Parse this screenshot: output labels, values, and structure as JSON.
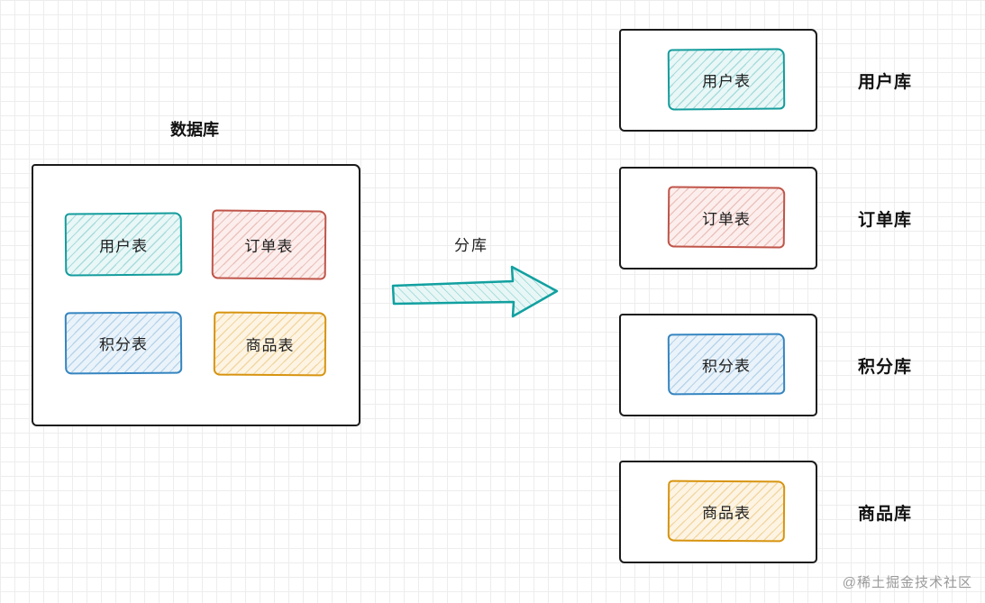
{
  "diagram": {
    "source_group": {
      "title": "数据库",
      "tables": [
        {
          "label": "用户表",
          "color_key": "teal"
        },
        {
          "label": "订单表",
          "color_key": "red"
        },
        {
          "label": "积分表",
          "color_key": "blue"
        },
        {
          "label": "商品表",
          "color_key": "orange"
        }
      ]
    },
    "transform_arrow": {
      "label": "分库",
      "direction": "right"
    },
    "target_groups": [
      {
        "table_label": "用户表",
        "db_label": "用户库",
        "color_key": "teal"
      },
      {
        "table_label": "订单表",
        "db_label": "订单库",
        "color_key": "red"
      },
      {
        "table_label": "积分表",
        "db_label": "积分库",
        "color_key": "blue"
      },
      {
        "table_label": "商品表",
        "db_label": "商品库",
        "color_key": "orange"
      }
    ],
    "watermark": "@稀土掘金技术社区",
    "colors": {
      "teal": "#149c9c",
      "red": "#bf5449",
      "blue": "#3585c0",
      "orange": "#d79410",
      "outline": "#1b1b1b",
      "watermark_gray": "#9a9a9a"
    }
  }
}
